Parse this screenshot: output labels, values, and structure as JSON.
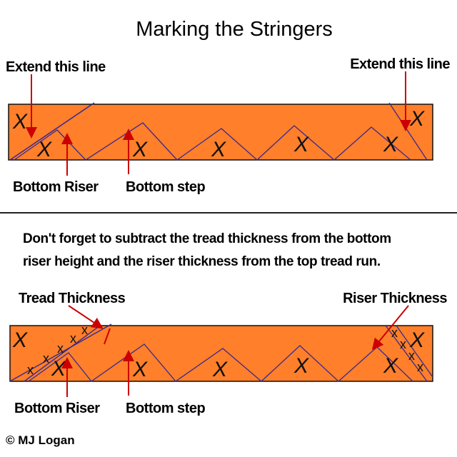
{
  "title": "Marking the Stringers",
  "top_panel": {
    "extend_left": "Extend this line",
    "extend_right": "Extend this line",
    "bottom_riser": "Bottom Riser",
    "bottom_step": "Bottom step",
    "mark": "X"
  },
  "note_line_1": "Don't forget to subtract the tread thickness from the bottom",
  "note_line_2": "riser height and the riser thickness from the top tread run.",
  "bottom_panel": {
    "tread_thickness": "Tread Thickness",
    "riser_thickness": "Riser Thickness",
    "bottom_riser": "Bottom Riser",
    "bottom_step": "Bottom step",
    "mark": "X",
    "tick": "x"
  },
  "copyright": "© MJ Logan",
  "colors": {
    "board": "#ff7f2a",
    "outline": "#111111",
    "layout_line": "#3a2a8c",
    "arrow": "#cc0000",
    "divider": "#222222"
  }
}
